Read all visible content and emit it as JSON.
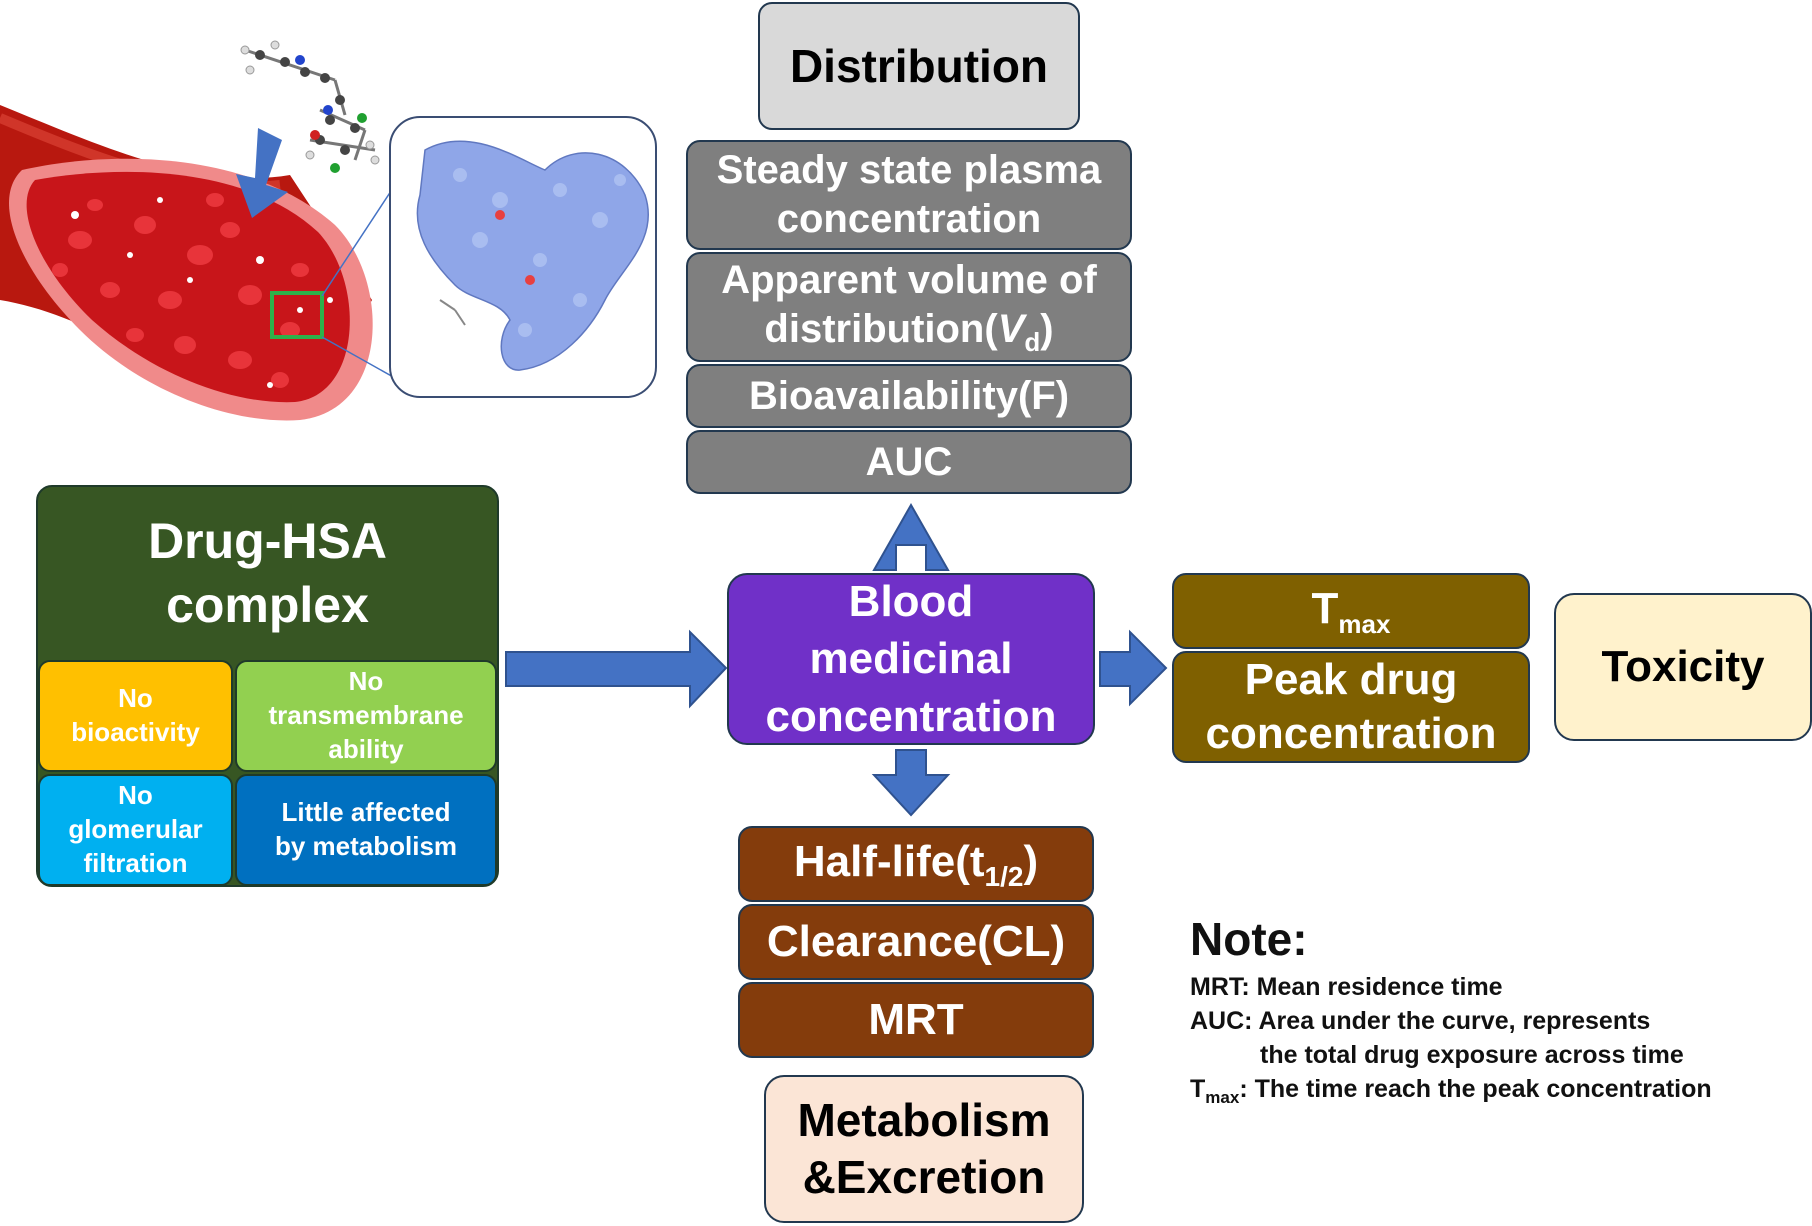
{
  "distribution": {
    "header": "Distribution",
    "items": [
      {
        "line1": "Steady state plasma",
        "line2": "concentration"
      },
      {
        "line1": "Apparent volume of",
        "line2_pre": "distribution(",
        "line2_var": "V",
        "line2_sub": "d",
        "line2_post": ")"
      },
      {
        "label": "Bioavailability(F)"
      },
      {
        "label": "AUC"
      }
    ]
  },
  "drug_hsa": {
    "title_line1": "Drug-HSA",
    "title_line2": "complex",
    "cells": [
      {
        "line1": "No",
        "line2": "bioactivity"
      },
      {
        "line1": "No",
        "line2": "transmembrane",
        "line3": "ability"
      },
      {
        "line1": "No",
        "line2": "glomerular",
        "line3": "filtration"
      },
      {
        "line1": "Little affected",
        "line2": "by metabolism"
      }
    ]
  },
  "center": {
    "line1": "Blood",
    "line2": "medicinal",
    "line3": "concentration"
  },
  "right": {
    "tmax_main": "T",
    "tmax_sub": "max",
    "peak_line1": "Peak drug",
    "peak_line2": "concentration",
    "toxicity": "Toxicity"
  },
  "metabolism": {
    "items": [
      {
        "pre": "Half-life(t",
        "sub": "1/2",
        "post": ")"
      },
      {
        "label": "Clearance(CL)"
      },
      {
        "label": "MRT"
      }
    ],
    "footer_line1": "Metabolism",
    "footer_line2": "&Excretion"
  },
  "note": {
    "title": "Note:",
    "mrt": "MRT: Mean residence time",
    "auc_line1": "AUC: Area under the curve, represents",
    "auc_line2": "the total drug exposure across time",
    "tmax_prefix": "T",
    "tmax_sub": "max",
    "tmax_text": ": The time reach the peak concentration"
  },
  "colors": {
    "gray": "#7f7f7f",
    "brown": "#843c0c",
    "gold": "#7f6000",
    "purple": "#7030c8",
    "dark_green": "#375623",
    "yellow": "#ffc000",
    "light_green": "#92d050",
    "light_blue": "#00b0f0",
    "blue": "#0070c0",
    "arrow": "#4472c4",
    "toxicity_bg": "#fff2cc",
    "metabolism_bg": "#fbe5d6",
    "distribution_bg": "#d9d9d9"
  }
}
